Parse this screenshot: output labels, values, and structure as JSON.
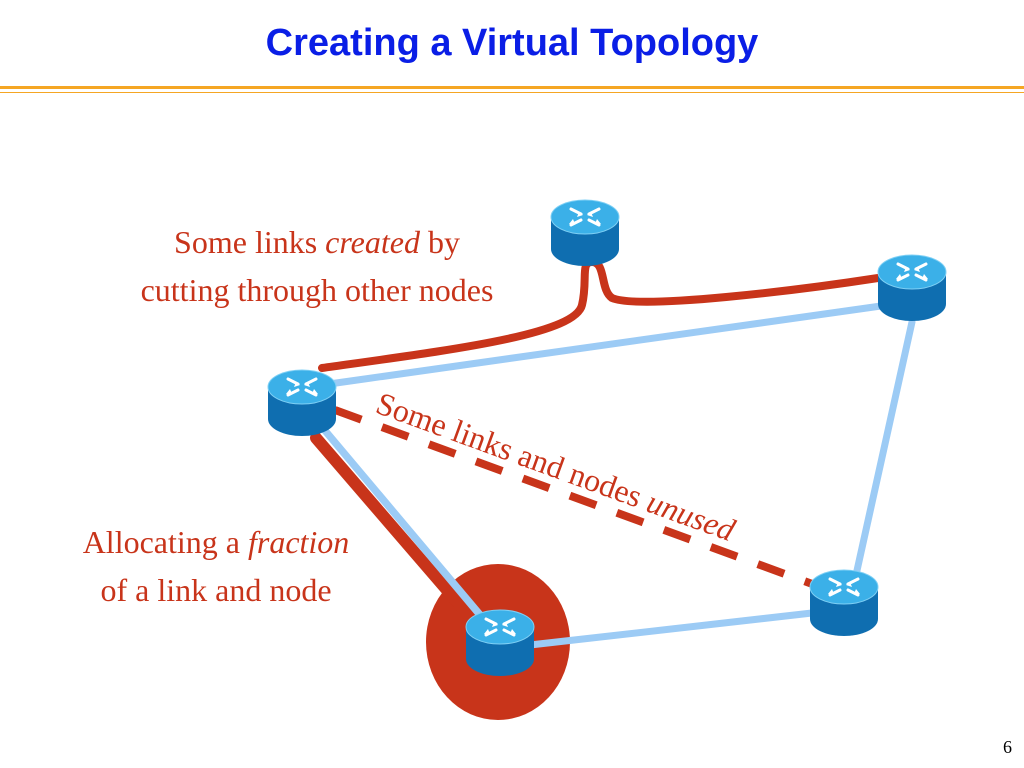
{
  "slide": {
    "title": "Creating a Virtual Topology",
    "page_number": "6"
  },
  "captions": {
    "top": {
      "pre": "Some links ",
      "em": "created",
      "post": " by",
      "line2": "cutting through other nodes"
    },
    "middle": {
      "pre": "Some links and nodes ",
      "em": "unused"
    },
    "left": {
      "pre": "Allocating a ",
      "em": "fraction",
      "line2": "of a link and node"
    }
  },
  "colors": {
    "title": "#0a1ee6",
    "accent_rule": "#f5a623",
    "virtual_link": "#c8341a",
    "physical_link": "#9ccbf5",
    "router_top": "#3bb0e8",
    "router_side": "#0f6eb0"
  },
  "routers": [
    {
      "name": "router-top",
      "icon": "router-icon"
    },
    {
      "name": "router-top-right",
      "icon": "router-icon"
    },
    {
      "name": "router-left",
      "icon": "router-icon"
    },
    {
      "name": "router-bottom-right",
      "icon": "router-icon"
    },
    {
      "name": "router-bottom",
      "icon": "router-icon"
    }
  ]
}
